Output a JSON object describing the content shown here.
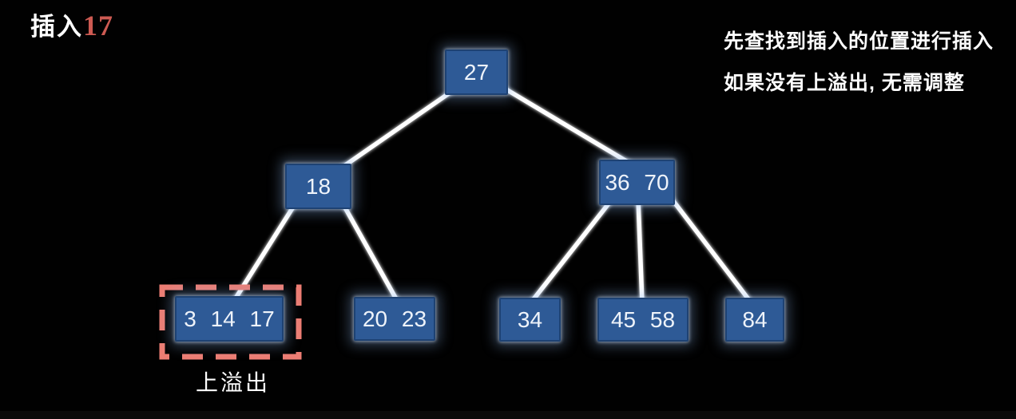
{
  "slide": {
    "title": {
      "action": "插入",
      "value": "17"
    },
    "notes": {
      "line1": "先查找到插入的位置进行插入",
      "line2": "如果没有上溢出, 无需调整"
    },
    "tree": {
      "root": {
        "label": "27"
      },
      "internal": [
        {
          "label": "18"
        },
        {
          "label": "36 70"
        }
      ],
      "leaves": [
        {
          "label": "3 14 17"
        },
        {
          "label": "20 23"
        },
        {
          "label": "34"
        },
        {
          "label": "45 58"
        },
        {
          "label": "84"
        }
      ]
    },
    "annotation": {
      "overflow_label": "上溢出"
    },
    "colors": {
      "background": "#000000",
      "node_fill": "#2e5a96",
      "node_border": "#1e4273",
      "node_text": "#eef3fa",
      "edge": "#ffffff",
      "title_text": "#ffffff",
      "title_number": "#cd5a52",
      "overflow_dash": "#ed7d73",
      "note_text": "#fdfdfd"
    }
  }
}
